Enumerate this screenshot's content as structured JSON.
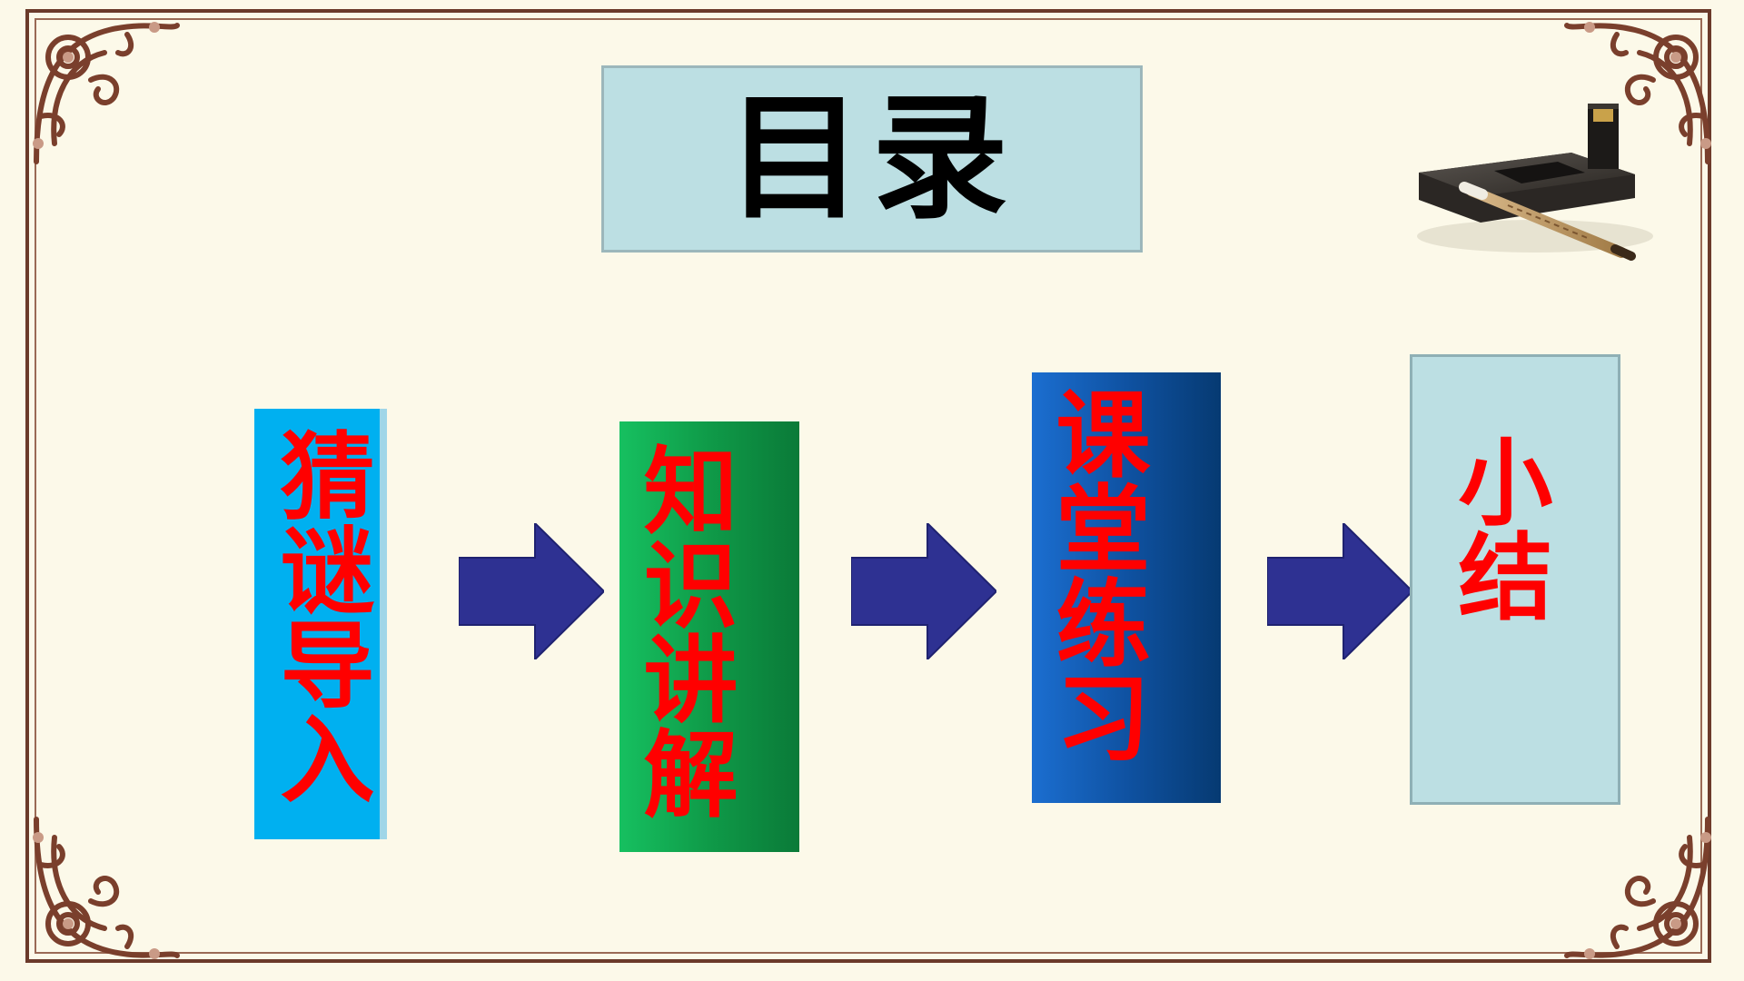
{
  "title": "目录",
  "steps": [
    {
      "label": "猜谜导入"
    },
    {
      "label": "知识讲解"
    },
    {
      "label": "课堂练习"
    },
    {
      "label": "小结"
    }
  ],
  "colors": {
    "background": "#fcf9e9",
    "title_box": "#bcdfe3",
    "step1": "#00b0f0",
    "step2": "#0f9a48",
    "step3": "#0f52a2",
    "step4": "#bcdfe3",
    "step_text": "#ff0000",
    "arrow": "#2e3192",
    "frame": "#6b3a2a"
  },
  "icons": {
    "corner": "ornament-corner-icon",
    "arrow": "arrow-right-icon",
    "decoration": "inkstone-brush-icon"
  }
}
